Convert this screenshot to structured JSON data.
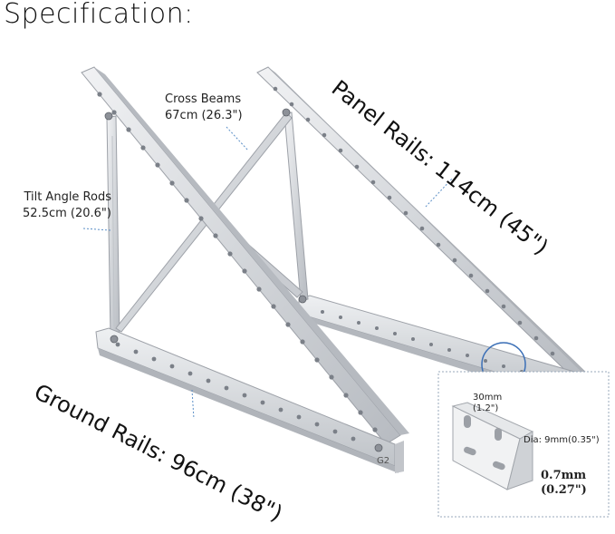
{
  "title": "Specification:",
  "labels": {
    "cross_beams": {
      "name": "Cross Beams",
      "size": "67cm (26.3\")"
    },
    "tilt_angle_rods": {
      "name": "Tilt Angle Rods",
      "size": "52.5cm (20.6\")"
    },
    "panel_rails": "Panel Rails: 114cm (45\")",
    "ground_rails": "Ground Rails: 96cm (38\")"
  },
  "bracket_detail": {
    "hole_spacing": "30mm",
    "hole_spacing_inch": "(1.2\")",
    "hole_diameter": "Dia: 9mm(0.35\")",
    "thickness": "0.7mm",
    "thickness_inch": "(0.27\")"
  },
  "rail_marks": {
    "ground_rail_code": "G2"
  },
  "colors": {
    "metal_light": "#e4e6e9",
    "metal_mid": "#c7cacf",
    "metal_dark": "#9a9ea5",
    "hole": "#6e737b",
    "leader": "#5b8fc7",
    "circle": "#3b6fb6"
  }
}
